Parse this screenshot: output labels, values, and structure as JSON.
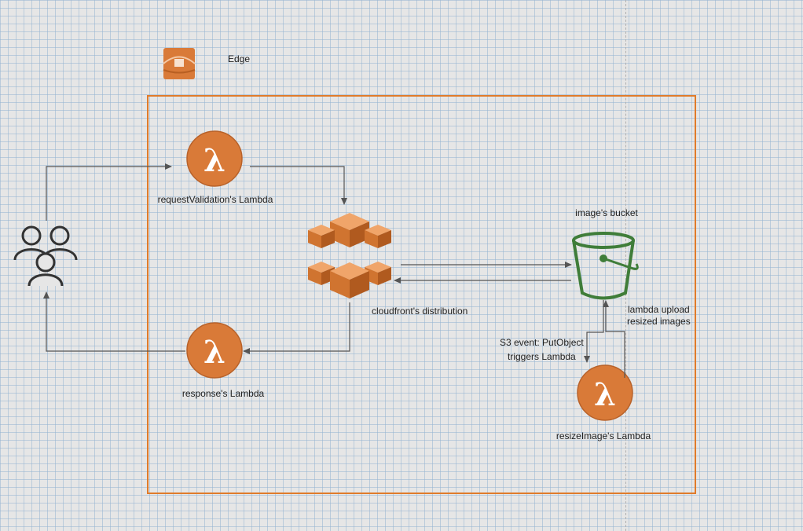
{
  "diagram": {
    "edge_label": "Edge",
    "nodes": {
      "request_lambda": "requestValidation's Lambda",
      "response_lambda": "response's Lambda",
      "cloudfront": "cloudfront's distribution",
      "bucket": "image's bucket",
      "resize_lambda": "resizeImage's Lambda"
    },
    "edge_labels": {
      "s3_event_line1": "S3 event: PutObject",
      "s3_event_line2": "triggers Lambda",
      "upload_line1": "lambda upload",
      "upload_line2": "resized images"
    },
    "lambda_glyph": "λ",
    "colors": {
      "aws_orange": "#d97a38",
      "edge_border": "#e07b2a",
      "bucket_green": "#3f7d39",
      "arrow": "#555555",
      "users_icon": "#333333"
    },
    "icons": [
      "edge-location-icon",
      "lambda-icon",
      "cloudfront-icon",
      "s3-bucket-icon",
      "users-icon"
    ]
  }
}
